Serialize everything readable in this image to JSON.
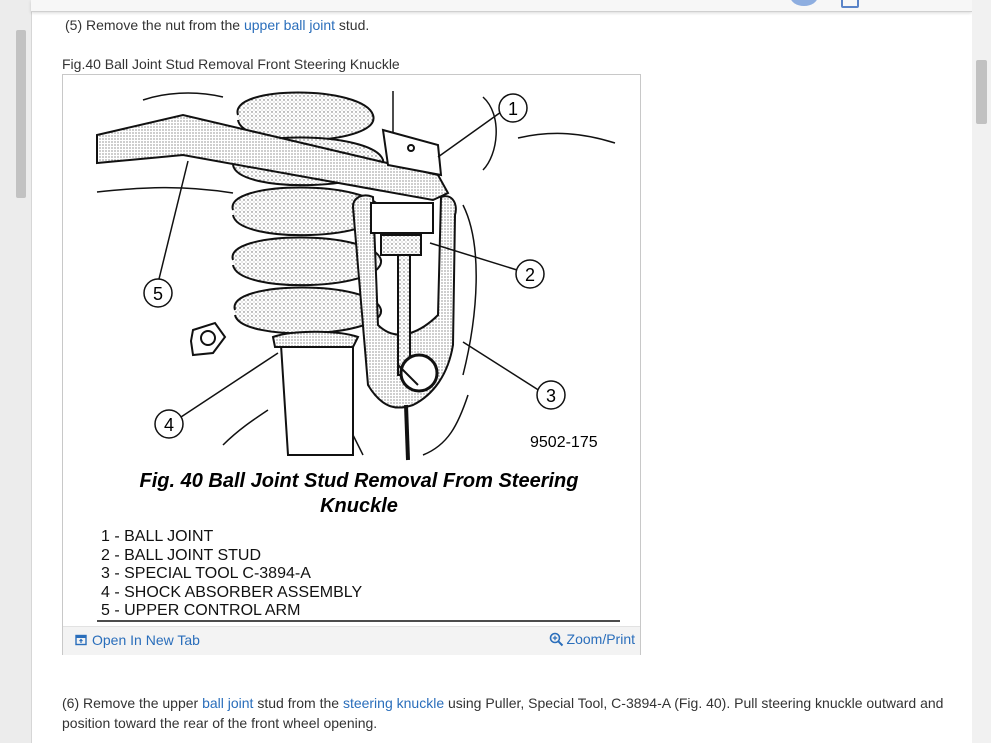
{
  "steps": {
    "step5": {
      "prefix": "(5) Remove the nut from the ",
      "link": "upper ball joint",
      "suffix": " stud."
    },
    "step6": {
      "prefix": " (6) Remove the upper ",
      "link1": "ball joint",
      "mid": " stud from the ",
      "link2": "steering knuckle",
      "suffix": " using Puller, Special Tool, C-3894-A (Fig. 40). Pull steering knuckle outward and position toward the rear of the front wheel opening."
    }
  },
  "figure": {
    "title": "Fig.40 Ball Joint Stud Removal Front Steering Knuckle",
    "code": "9502-175",
    "caption_line1": "Fig. 40 Ball Joint Stud Removal From Steering",
    "caption_line2": "Knuckle",
    "callouts": [
      "1",
      "2",
      "3",
      "4",
      "5"
    ],
    "legend": [
      "1 - BALL JOINT",
      "2 - BALL JOINT STUD",
      "3 - SPECIAL TOOL C-3894-A",
      "4 - SHOCK ABSORBER ASSEMBLY",
      "5 - UPPER CONTROL ARM"
    ],
    "open_tab_label": "Open In New Tab",
    "zoom_label": "Zoom/Print"
  },
  "colors": {
    "link": "#2a6ebb",
    "text": "#333333"
  },
  "icons": {
    "open_tab": "open-new-tab-icon",
    "zoom": "zoom-icon"
  }
}
